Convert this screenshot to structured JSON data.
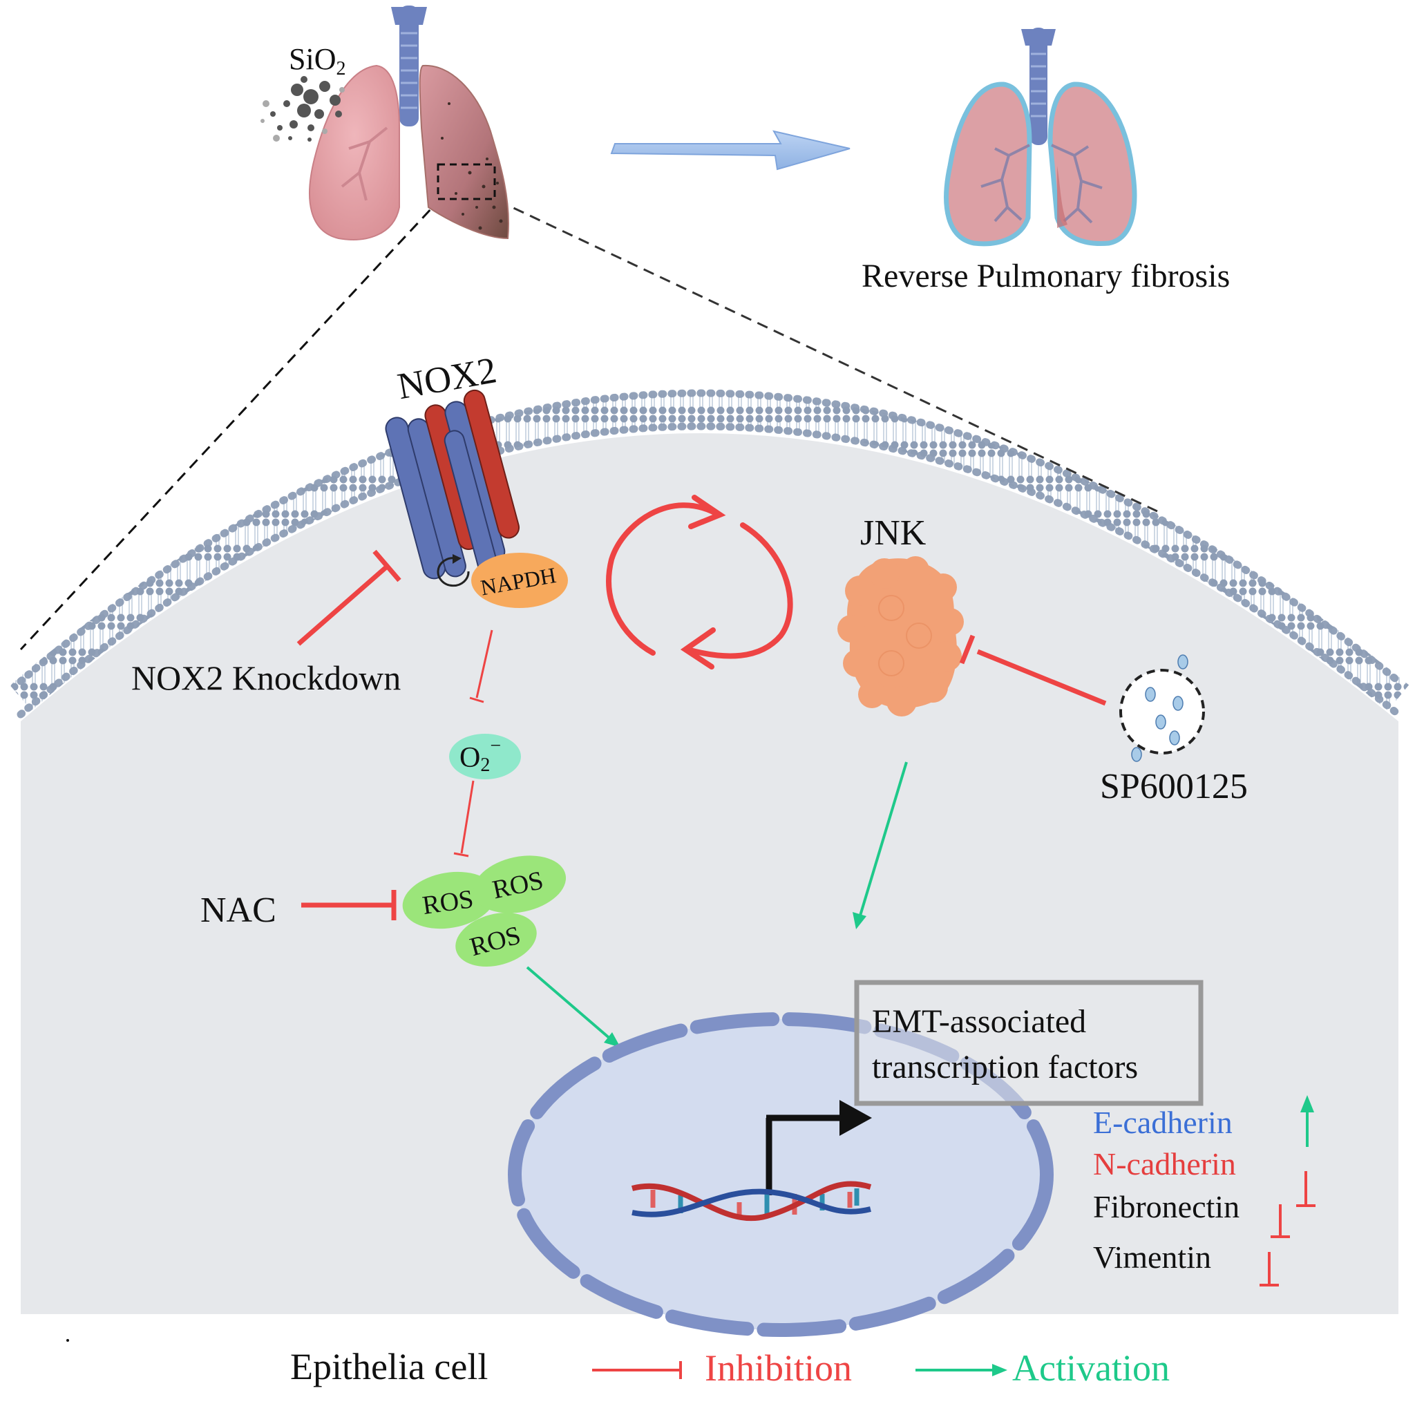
{
  "top": {
    "particle_label_main": "SiO",
    "particle_label_sub": "2",
    "outcome_label": "Reverse Pulmonary fibrosis"
  },
  "cell": {
    "nox2_label": "NOX2",
    "napdh_label": "NAPDH",
    "knockdown_label": "NOX2 Knockdown",
    "superoxide_main": "O",
    "superoxide_sub": "2",
    "superoxide_sup": "−",
    "ros_labels": [
      "ROS",
      "ROS",
      "ROS"
    ],
    "nac_label": "NAC",
    "jnk_label": "JNK",
    "inhibitor_label": "SP600125",
    "tf_box_line1": "EMT-associated",
    "tf_box_line2": "transcription factors",
    "markers": [
      {
        "label": "E-cadherin",
        "color": "#3b6fd6",
        "direction": "up"
      },
      {
        "label": "N-cadherin",
        "color": "#e53e3e",
        "direction": "down"
      },
      {
        "label": "Fibronectin",
        "color": "#000000",
        "direction": "down"
      },
      {
        "label": "Vimentin",
        "color": "#000000",
        "direction": "down"
      }
    ]
  },
  "legend": {
    "cell_type": "Epithelia cell",
    "inhibition": "Inhibition",
    "activation": "Activation"
  },
  "colors": {
    "inhibition": "#ee4444",
    "activation": "#1ec98a",
    "marker_blue": "#3b6fd6",
    "membrane": "#8d9db5",
    "cytoplasm": "#e6e8eb",
    "nucleus": "#d3dcef",
    "nox2_blue": "#5e73b5",
    "nox2_red": "#c33b2f",
    "napdh": "#f7a95c",
    "o2": "#8fe8cb",
    "ros": "#9be57a",
    "jnk": "#f2a176"
  }
}
